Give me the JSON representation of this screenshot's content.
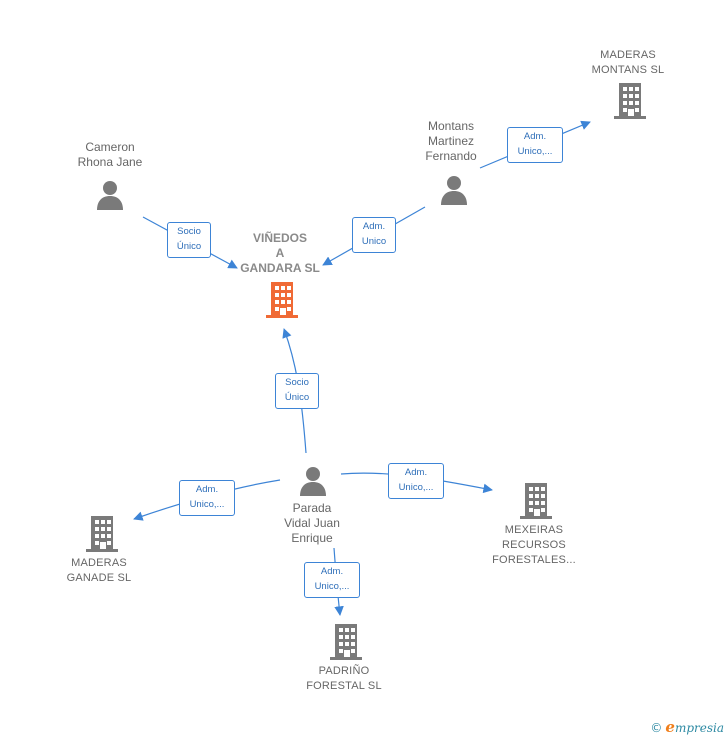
{
  "colors": {
    "edge": "#3d84d6",
    "icon_gray": "#7a7a7a",
    "icon_main": "#f06a35"
  },
  "nodes": {
    "vinedos": {
      "lines": [
        "VIÑEDOS",
        "A",
        "GANDARA  SL"
      ],
      "icon": "building-icon"
    },
    "cameron": {
      "lines": [
        "Cameron",
        "Rhona Jane"
      ],
      "icon": "person-icon"
    },
    "montans_person": {
      "lines": [
        "Montans",
        "Martinez",
        "Fernando"
      ],
      "icon": "person-icon"
    },
    "maderas_montans": {
      "lines": [
        "MADERAS",
        "MONTANS  SL"
      ],
      "icon": "building-icon"
    },
    "parada": {
      "lines": [
        "Parada",
        "Vidal Juan",
        "Enrique"
      ],
      "icon": "person-icon"
    },
    "maderas_ganade": {
      "lines": [
        "MADERAS",
        "GANADE  SL"
      ],
      "icon": "building-icon"
    },
    "mexeiras": {
      "lines": [
        "MEXEIRAS",
        "RECURSOS",
        "FORESTALES..."
      ],
      "icon": "building-icon"
    },
    "padrino": {
      "lines": [
        "PADRIÑO",
        "FORESTAL  SL"
      ],
      "icon": "building-icon"
    }
  },
  "edges": {
    "cameron_vinedos": [
      "Socio",
      "Único"
    ],
    "montans_vinedos": [
      "Adm.",
      "Unico"
    ],
    "montans_maderas": [
      "Adm.",
      "Unico,..."
    ],
    "parada_vinedos": [
      "Socio",
      "Único"
    ],
    "parada_ganade": [
      "Adm.",
      "Unico,..."
    ],
    "parada_mexeiras": [
      "Adm.",
      "Unico,..."
    ],
    "parada_padrino": [
      "Adm.",
      "Unico,..."
    ]
  },
  "watermark": {
    "copyright": "©",
    "e": "e",
    "rest": "mpresia"
  }
}
